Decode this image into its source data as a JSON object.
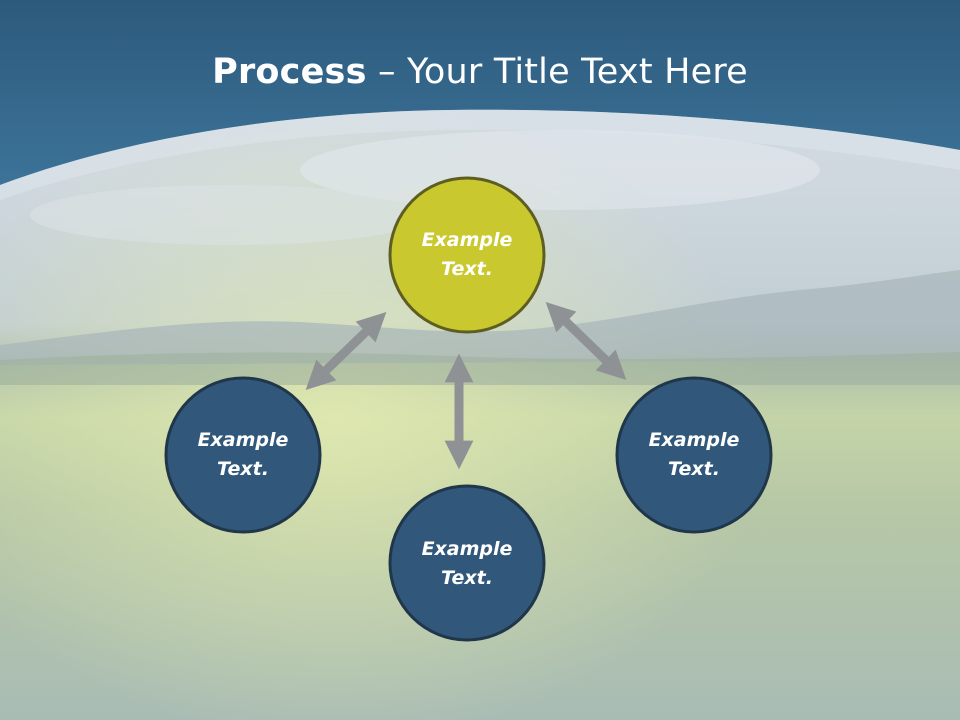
{
  "title": {
    "bold": "Process",
    "dash": " – ",
    "rest": "Your Title Text Here"
  },
  "nodes": [
    {
      "id": "top",
      "line1": "Example",
      "line2": "Text."
    },
    {
      "id": "left",
      "line1": "Example",
      "line2": "Text."
    },
    {
      "id": "bottom",
      "line1": "Example",
      "line2": "Text."
    },
    {
      "id": "right",
      "line1": "Example",
      "line2": "Text."
    }
  ],
  "colors": {
    "header": "#336a8c",
    "accent_node": "#c9c92f",
    "node": "#31587a",
    "node_border": "#20364a",
    "arrow": "#8f9295"
  }
}
